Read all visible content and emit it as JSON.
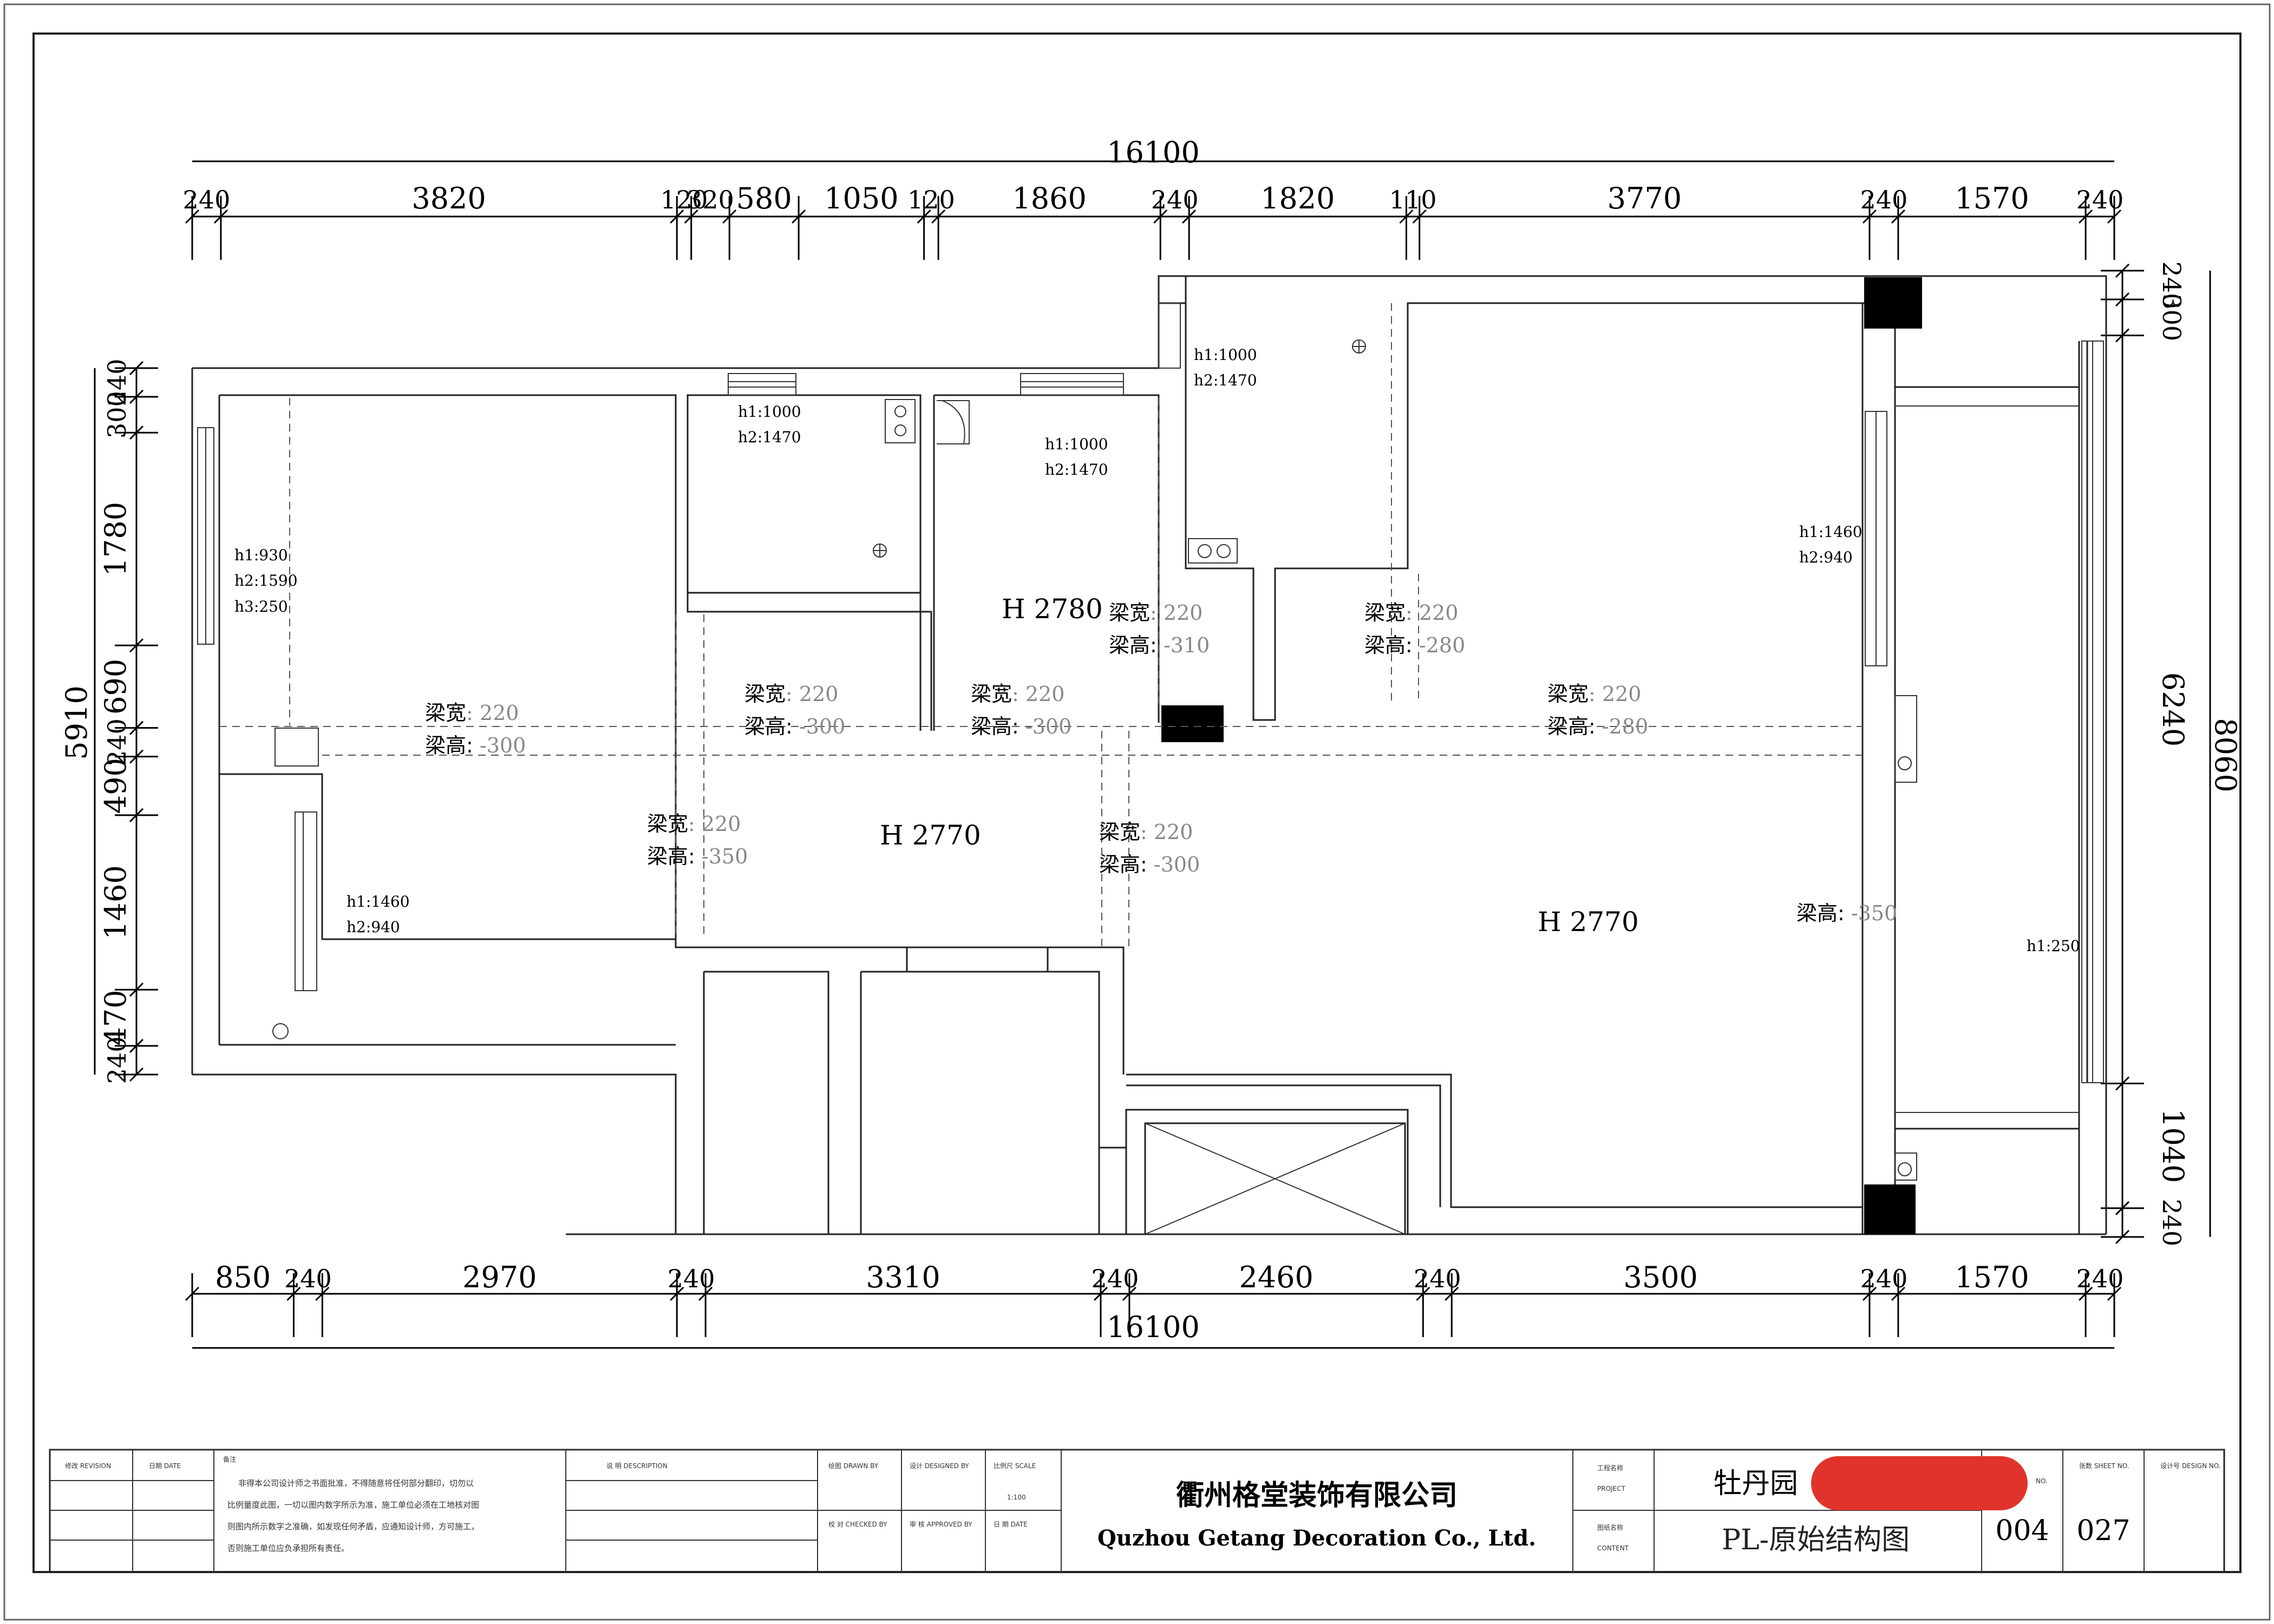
{
  "dimensions": {
    "top_total": "16100",
    "top_segments": [
      "240",
      "3820",
      "120",
      "320",
      "580",
      "1050",
      "120",
      "1860",
      "240",
      "1820",
      "110",
      "3770",
      "240",
      "1570",
      "240"
    ],
    "bottom_total": "16100",
    "bottom_segments": [
      "850",
      "240",
      "2970",
      "240",
      "3310",
      "240",
      "2460",
      "240",
      "3500",
      "240",
      "1570",
      "240"
    ],
    "left_total": "5910",
    "left_segments": [
      "240",
      "300",
      "1780",
      "690",
      "240",
      "490",
      "1460",
      "470",
      "240"
    ],
    "right_total": "8060",
    "right_segments": [
      "240",
      "300",
      "6240",
      "1040",
      "240"
    ]
  },
  "ceiling_heights": [
    {
      "label": "H",
      "value": "2780"
    },
    {
      "label": "H",
      "value": "2770"
    },
    {
      "label": "H",
      "value": "2770"
    }
  ],
  "window_notes": {
    "left_room": [
      "h1:930",
      "h2:1590",
      "h3:250"
    ],
    "left_lower": [
      "h1:1460",
      "h2:940"
    ],
    "kitchen": [
      "h1:1000",
      "h2:1470"
    ],
    "middle": [
      "h1:1000",
      "h2:1470"
    ],
    "bath_top": [
      "h1:1000",
      "h2:1470"
    ],
    "right_wall": [
      "h1:1460",
      "h2:940"
    ],
    "balcony": [
      "h1:250"
    ]
  },
  "beams": {
    "width_label": "梁宽",
    "height_label": "梁高:",
    "items": [
      {
        "width": "220",
        "height": "-300"
      },
      {
        "width": "220",
        "height": "-300"
      },
      {
        "width": "220",
        "height": "-300"
      },
      {
        "width": "220",
        "height": "-310"
      },
      {
        "width": "220",
        "height": "-280"
      },
      {
        "width": "220",
        "height": "-280"
      },
      {
        "width": "220",
        "height": "-350"
      },
      {
        "width": "220",
        "height": "-300"
      },
      {
        "width": null,
        "height": "-350"
      }
    ]
  },
  "title_block": {
    "revision_label": "修改 REVISION",
    "date_label": "日期 DATE",
    "remarks_label": "备注",
    "remarks_lines": [
      "非得本公司设计师之书面批准，不得随意将任何部分翻印，切勿以",
      "比例量度此图，一切以图内数字所示为准，施工单位必须在工地核对图",
      "则图内所示数字之准确，如发现任何矛盾，应通知设计师，方可施工，",
      "否则施工单位应负承担所有责任。"
    ],
    "description_label": "说 明   DESCRIPTION",
    "drawn_label": "绘图 DRAWN BY",
    "designed_label": "设计 DESIGNED BY",
    "scale_label": "比例尺 SCALE",
    "scale_value": "1:100",
    "checked_label": "校 对 CHECKED BY",
    "approved_label": "审 核 APPROVED BY",
    "date2_label": "日 期 DATE",
    "company_cn": "衢州格堂装饰有限公司",
    "company_en": "Quzhou Getang Decoration Co., Ltd.",
    "project_label_cn": "工程名称",
    "project_label_en": "PROJECT",
    "content_label_cn": "图纸名称",
    "content_label_en": "CONTENT",
    "project_name": "牡丹园",
    "drawing_name": "PL-原始结构图",
    "drawing_no_label": "NO.",
    "drawing_no": "004",
    "sheet_label": "张数 SHEET NO.",
    "sheet_no": "027",
    "design_no_label": "设计号 DESIGN NO."
  },
  "colors": {
    "redaction": "#e0332b",
    "column_fill": "#000000",
    "line": "#222222"
  }
}
